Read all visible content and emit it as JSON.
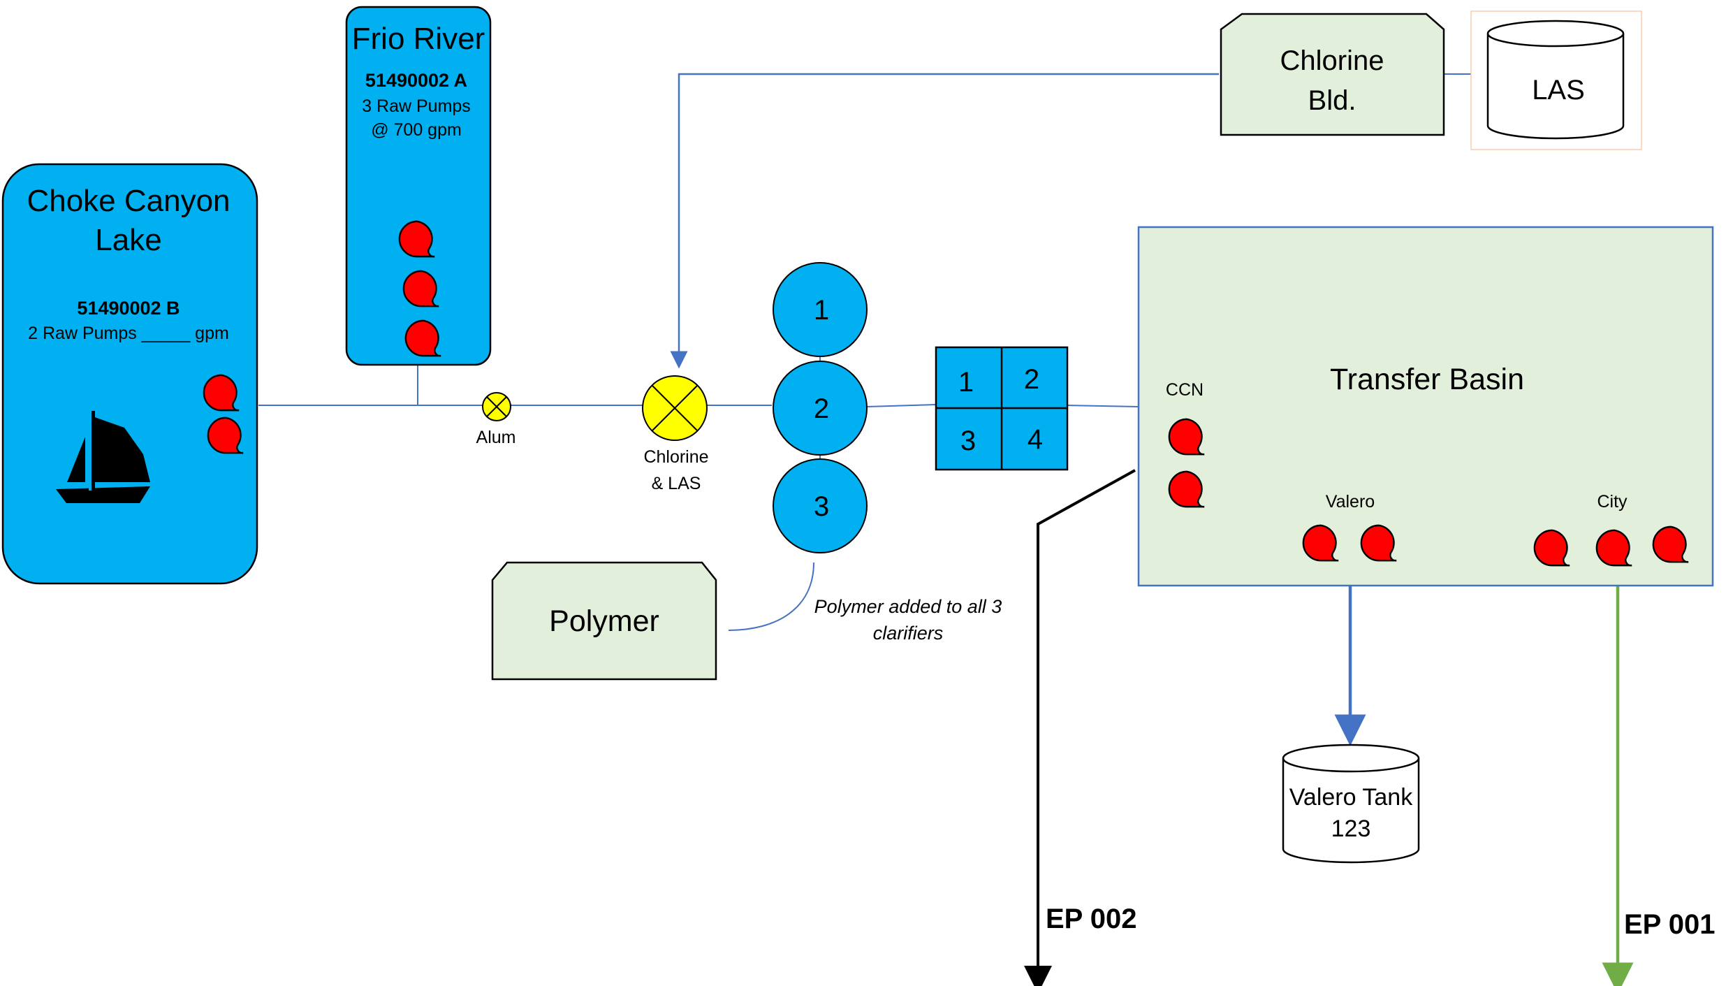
{
  "colors": {
    "water": "#00b0f0",
    "building": "#e2efda",
    "pump": "#ff0000",
    "injector": "#ffff00",
    "pipe": "#4472c4",
    "ep001_line": "#70ad47",
    "ep002_line": "#000000"
  },
  "choke_canyon": {
    "title_line1": "Choke Canyon",
    "title_line2": "Lake",
    "id": "51490002 B",
    "pumps_text": "2 Raw Pumps _____ gpm",
    "icon": "sailboat-icon"
  },
  "frio_river": {
    "title": "Frio River",
    "id": "51490002 A",
    "pumps_line1": "3 Raw Pumps",
    "pumps_line2": "@ 700 gpm"
  },
  "alum": {
    "label": "Alum"
  },
  "chlorine_injection": {
    "label_line1": "Chlorine",
    "label_line2": "& LAS"
  },
  "chlorine_building": {
    "label_line1": "Chlorine",
    "label_line2": "Bld."
  },
  "las_tank": {
    "label": "LAS"
  },
  "clarifiers": [
    "1",
    "2",
    "3"
  ],
  "filters": [
    "1",
    "2",
    "3",
    "4"
  ],
  "polymer": {
    "label": "Polymer",
    "note_line1": "Polymer added to all 3",
    "note_line2": "clarifiers"
  },
  "transfer_basin": {
    "title": "Transfer Basin",
    "ccn_label": "CCN",
    "valero_label": "Valero",
    "city_label": "City"
  },
  "valero_tank": {
    "label_line1": "Valero Tank",
    "label_line2": "123"
  },
  "outfalls": {
    "ep002": "EP 002",
    "ep001": "EP 001"
  }
}
